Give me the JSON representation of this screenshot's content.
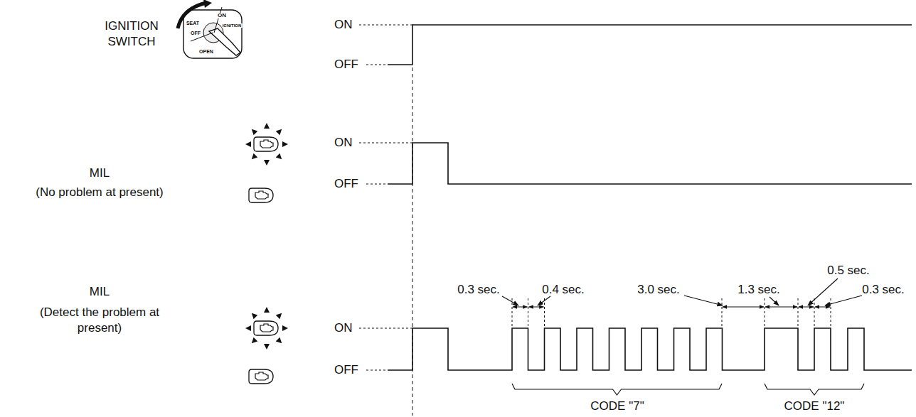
{
  "diagram": {
    "labels": [
      "IGNITION SWITCH",
      "SEAT",
      "ON",
      "OFF",
      "IGNITION",
      "OPEN",
      "ON",
      "OFF",
      "MIL",
      "(No problem at present)",
      "ON",
      "OFF",
      "MIL",
      "(Detect the problem at present)",
      "ON",
      "OFF",
      "0.3 sec.",
      "0.4 sec.",
      "3.0 sec.",
      "1.3 sec.",
      "0.5 sec.",
      "0.3 sec.",
      "CODE \"7\"",
      "CODE \"12\""
    ]
  }
}
